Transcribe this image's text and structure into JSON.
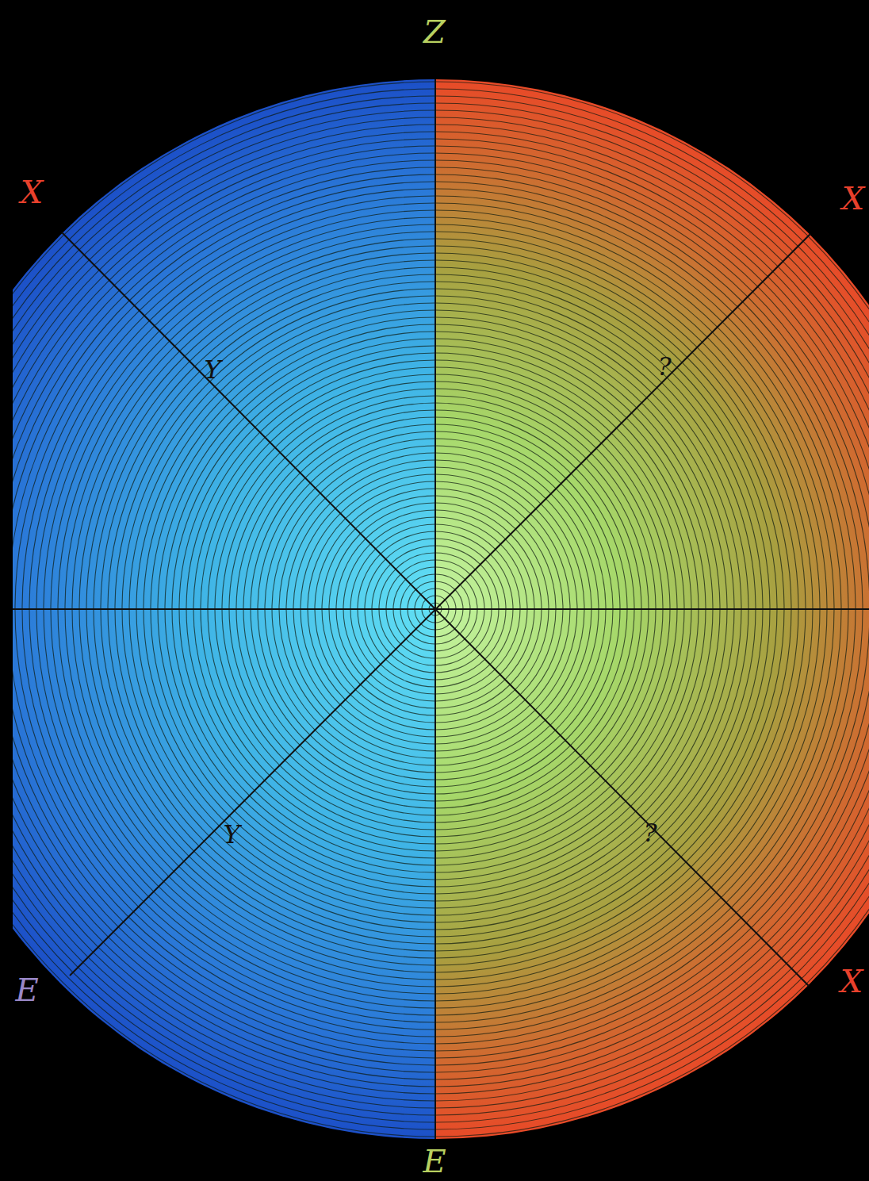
{
  "diagram": {
    "labels": [
      "Z",
      "X",
      "X",
      "Y",
      "?",
      "Y",
      "?",
      "X",
      "E",
      "E"
    ]
  }
}
